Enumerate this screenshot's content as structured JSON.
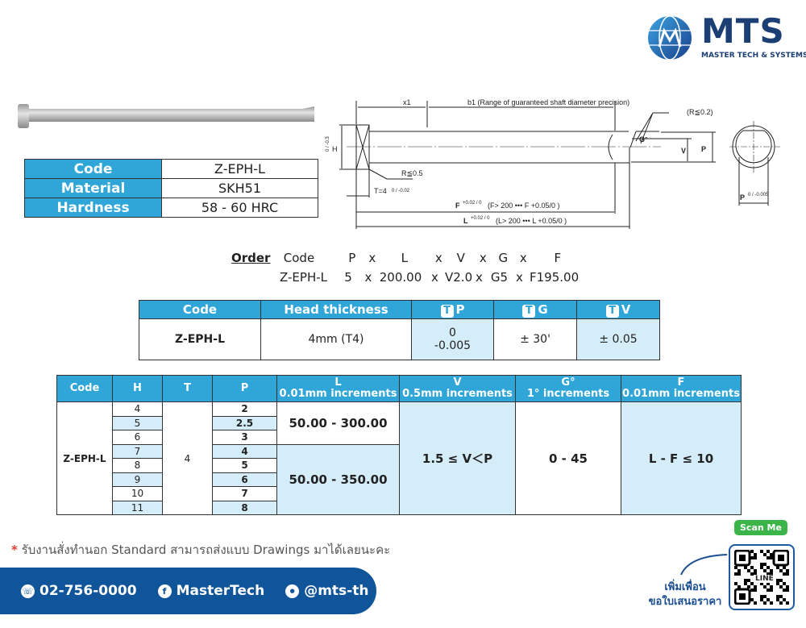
{
  "brand": {
    "name": "MTS",
    "tagline": "MASTER TECH & SYSTEMS",
    "primary": "#1b3f74",
    "accent": "#2fa6d7"
  },
  "spec": [
    {
      "label": "Code",
      "value": "Z-EPH-L"
    },
    {
      "label": "Material",
      "value": "SKH51"
    },
    {
      "label": "Hardness",
      "value": "58 - 60 HRC"
    }
  ],
  "drawing": {
    "x1": "x1",
    "b1": "b1 (Range of guaranteed shaft diameter precision)",
    "r02": "(R≦0.2)",
    "g": "G°",
    "v": "V",
    "p": "P",
    "h": "H",
    "h_tol": "0 / -0.3",
    "r05": "R≦0.5",
    "t": "T=4",
    "t_tol": "0 / -0.02",
    "f": "F",
    "f_tol": "+0.02 / 0",
    "f_note": "(F> 200 ••• F +0.05/0 )",
    "l": "L",
    "l_tol": "+0.02 / 0",
    "l_note": "(L> 200 ••• L +0.05/0 )",
    "p_end": "P",
    "p_tol": "0 / -0.005"
  },
  "order": {
    "label": "Order",
    "fields": [
      "Code",
      "P",
      "x",
      "L",
      "x",
      "V",
      "x",
      "G",
      "x",
      "F"
    ],
    "example": [
      "Z-EPH-L",
      "5",
      "x",
      "200.00",
      "x",
      "V2.0",
      "x",
      "G5",
      "x",
      "F195.00"
    ]
  },
  "tolerance": {
    "headers": [
      "Code",
      "Head thickness",
      "P",
      "G",
      "V"
    ],
    "t_badge": "T",
    "row": {
      "code": "Z-EPH-L",
      "head": "4mm (T4)",
      "p_top": "0",
      "p_bot": "-0.005",
      "g": "± 30'",
      "v": "± 0.05"
    }
  },
  "range": {
    "headers": [
      {
        "t": "Code"
      },
      {
        "t": "H"
      },
      {
        "t": "T"
      },
      {
        "t": "P"
      },
      {
        "t": "L",
        "s": "0.01mm increments"
      },
      {
        "t": "V",
        "s": "0.5mm increments"
      },
      {
        "t": "G°",
        "s": "1° increments"
      },
      {
        "t": "F",
        "s": "0.01mm increments"
      }
    ],
    "code": "Z-EPH-L",
    "t": "4",
    "h": [
      "4",
      "5",
      "6",
      "7",
      "8",
      "9",
      "10",
      "11"
    ],
    "p": [
      "2",
      "2.5",
      "3",
      "4",
      "5",
      "6",
      "7",
      "8"
    ],
    "l1": "50.00 - 300.00",
    "l2": "50.00 - 350.00",
    "v": "1.5 ≤ V＜P",
    "g": "0 - 45",
    "f": "L - F ≤ 10"
  },
  "note": {
    "star": "*",
    "text": "รับงานสั่งทำนอก Standard สามารถส่งแบบ Drawings มาได้เลยนะคะ"
  },
  "footer": {
    "phone": "02-756-0000",
    "facebook": "MasterTech",
    "line": "@mts-th"
  },
  "qr": {
    "badge": "Scan Me",
    "center": "LINE",
    "caption1": "เพิ่มเพื่อน",
    "caption2": "ขอใบเสนอราคา"
  }
}
